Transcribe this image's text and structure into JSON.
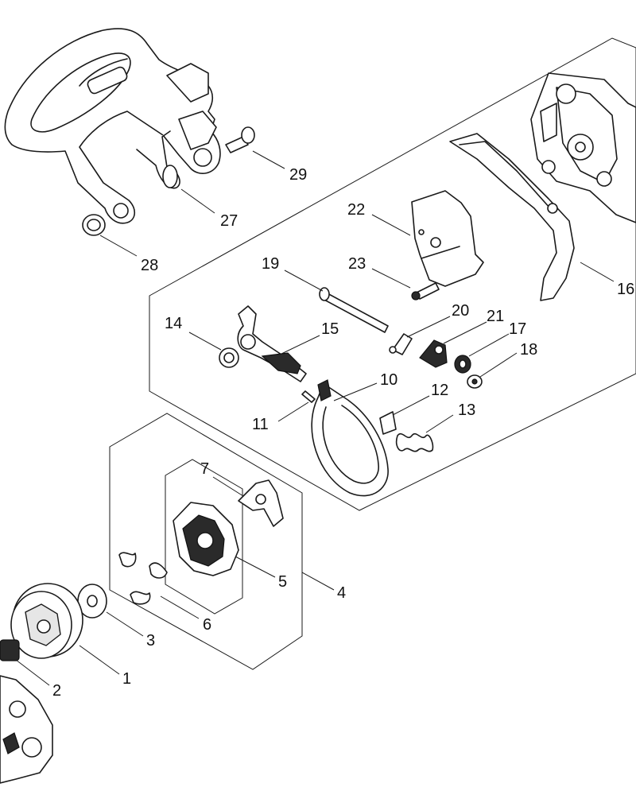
{
  "callouts": {
    "c1": "1",
    "c2": "2",
    "c3": "3",
    "c4": "4",
    "c5": "5",
    "c6": "6",
    "c7": "7",
    "c10": "10",
    "c11": "11",
    "c12": "12",
    "c13": "13",
    "c14": "14",
    "c15": "15",
    "c16": "16",
    "c17": "17",
    "c18": "18",
    "c19": "19",
    "c20": "20",
    "c21": "21",
    "c22": "22",
    "c23": "23",
    "c27": "27",
    "c28": "28",
    "c29": "29"
  }
}
